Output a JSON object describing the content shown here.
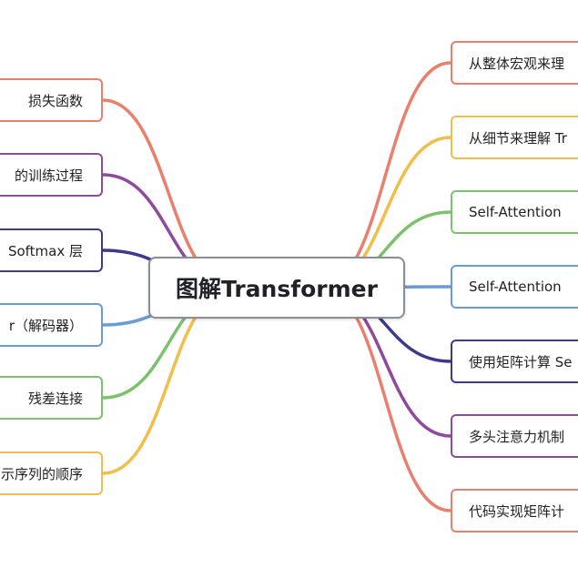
{
  "center": {
    "label": "图解Transformer",
    "border": "#8a8f96"
  },
  "left_nodes": [
    {
      "label": "损失函数",
      "color": "#e9806e"
    },
    {
      "label": "的训练过程",
      "color": "#8e4a9c"
    },
    {
      "label": "Softmax 层",
      "color": "#3b3a8c"
    },
    {
      "label": "r（解码器）",
      "color": "#6a9bd4"
    },
    {
      "label": "残差连接",
      "color": "#7cc26c"
    },
    {
      "label": "示序列的顺序",
      "color": "#f0be4a"
    }
  ],
  "right_nodes": [
    {
      "label": "从整体宏观来理",
      "color": "#e9806e"
    },
    {
      "label": "从细节来理解 Tr",
      "color": "#f0be4a"
    },
    {
      "label": "Self-Attention",
      "color": "#7cc26c"
    },
    {
      "label": "Self-Attention",
      "color": "#6a9bd4"
    },
    {
      "label": "使用矩阵计算 Se",
      "color": "#3b3a8c"
    },
    {
      "label": "多头注意力机制",
      "color": "#8e4a9c"
    },
    {
      "label": "代码实现矩阵计",
      "color": "#e9806e"
    }
  ]
}
